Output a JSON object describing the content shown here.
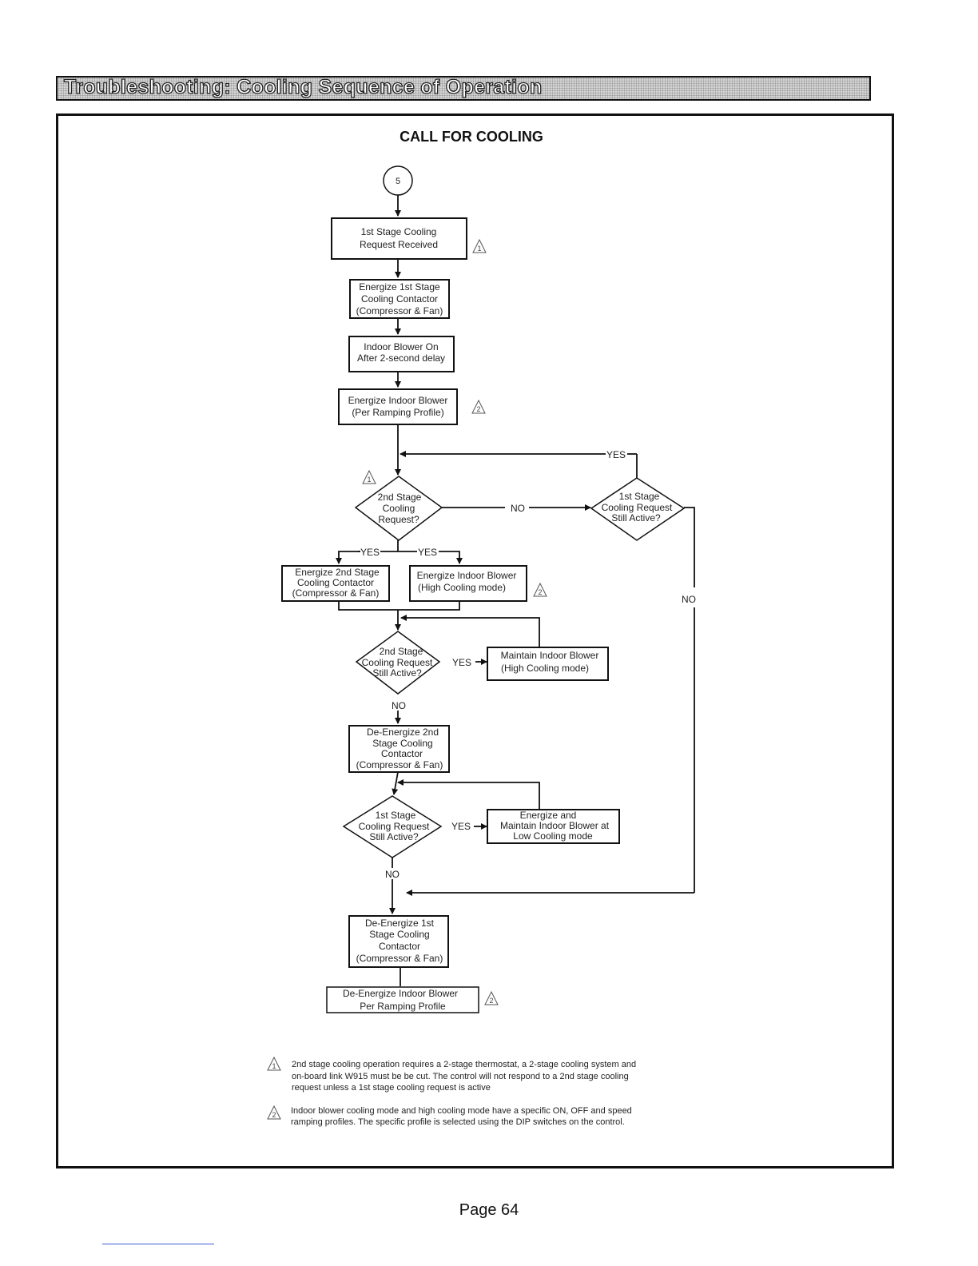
{
  "header": {
    "title": "Troubleshooting: Cooling Sequence of Operation"
  },
  "diagram": {
    "title": "CALL FOR COOLING",
    "start_connector": "5",
    "boxes": {
      "req_received": [
        "1st Stage Cooling",
        "Request Received"
      ],
      "energize_1st": [
        "Energize 1st Stage",
        "Cooling Contactor",
        "(Compressor & Fan)"
      ],
      "blower_on": [
        "Indoor Blower On",
        "After 2-second delay"
      ],
      "energize_blower": [
        "Energize Indoor Blower",
        "(Per Ramping Profile)"
      ],
      "energize_2nd": [
        "Energize 2nd Stage",
        "Cooling Contactor",
        "(Compressor & Fan)"
      ],
      "blower_high": [
        "Energize Indoor Blower",
        "(High Cooling mode)"
      ],
      "maintain_high": [
        "Maintain Indoor Blower",
        "(High Cooling mode)"
      ],
      "deenergize_2nd": [
        "De-Energize 2nd",
        "Stage Cooling",
        "Contactor",
        "(Compressor & Fan)"
      ],
      "maintain_low": [
        "Energize and",
        "Maintain Indoor Blower at",
        "Low Cooling mode"
      ],
      "deenergize_1st": [
        "De-Energize 1st",
        "Stage Cooling",
        "Contactor",
        "(Compressor & Fan)"
      ],
      "deenergize_blower": [
        "De-Energize Indoor Blower",
        "Per Ramping Profile"
      ]
    },
    "decisions": {
      "second_stage_request": [
        "2nd Stage",
        "Cooling",
        "Request?"
      ],
      "first_stage_active_right": [
        "1st Stage",
        "Cooling Request",
        "Still Active?"
      ],
      "second_stage_active": [
        "2nd Stage",
        "Cooling Request",
        "Still Active?"
      ],
      "first_stage_active": [
        "1st Stage",
        "Cooling Request",
        "Still Active?"
      ]
    },
    "labels": {
      "yes": "YES",
      "no": "NO"
    },
    "markers": {
      "note1": "1",
      "note2": "2"
    }
  },
  "notes": [
    {
      "marker": "1",
      "lines": [
        "2nd stage cooling operation requires a 2-stage thermostat, a 2-stage cooling system and",
        "on-board link W915 must be be cut. The control will not respond to a 2nd stage cooling",
        "request unless a 1st stage cooling request is active"
      ]
    },
    {
      "marker": "2",
      "lines": [
        "Indoor blower cooling mode and high cooling mode have a specific ON, OFF and speed",
        "ramping profiles. The specific profile is selected using the DIP switches on the control."
      ]
    }
  ],
  "page": {
    "number": "Page 64"
  }
}
